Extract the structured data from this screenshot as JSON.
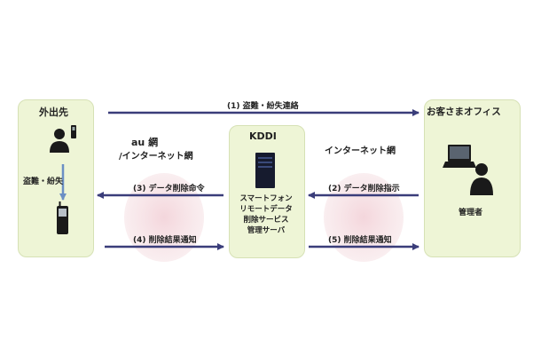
{
  "nodes": {
    "outside": {
      "title": "外出先",
      "theft_label": "盗難・紛失"
    },
    "kddi": {
      "title": "KDDI",
      "server_lines": [
        "スマートフォン",
        "リモートデータ",
        "削除サービス",
        "管理サーバ"
      ]
    },
    "office": {
      "title": "お客さまオフィス",
      "admin_label": "管理者"
    }
  },
  "networks": {
    "left_net": {
      "line1": "au 網",
      "line2": "/インターネット網"
    },
    "right_net": {
      "label": "インターネット網"
    }
  },
  "steps": {
    "s1": "(1) 盗難・紛失連絡",
    "s2": "(2) データ削除指示",
    "s3": "(3) データ削除命令",
    "s4": "(4) 削除結果通知",
    "s5": "(5) 削除結果通知"
  },
  "colors": {
    "box_fill": "#eef5d6",
    "arrow": "#3a3d7a",
    "bubble": "#f1cfd6",
    "device": "#1a1a1a"
  }
}
